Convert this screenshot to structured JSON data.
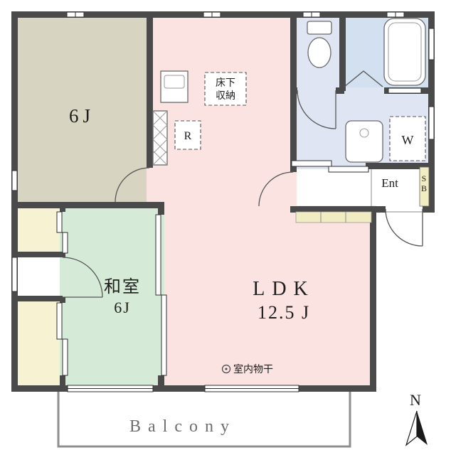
{
  "labels": {
    "western_room_size": "6J",
    "ldk_name": "LDK",
    "ldk_size": "12.5 J",
    "japanese_room_name": "和室",
    "japanese_room_size": "6J",
    "underfloor_storage_line1": "床下",
    "underfloor_storage_line2": "収納",
    "refrigerator": "R",
    "washing_machine": "W",
    "entrance": "Ent",
    "shoe_box_line1": "S",
    "shoe_box_line2": "B",
    "balcony": "Balcony",
    "indoor_drying": "室内物干",
    "compass_north": "N"
  },
  "colors": {
    "wall": "#4a4a4a",
    "western_room_floor": "#d8d4c2",
    "ldk_floor": "#fae3e1",
    "japanese_room_floor": "#d6ebd7",
    "closet_floor": "#f6f2d2",
    "wet_area_floor": "#dfe5f3",
    "bath_floor": "#d3e0f0",
    "shoe_box": "#f1ecc2",
    "balcony_line": "#8f8f8f"
  },
  "icons": {
    "toilet": "toilet-icon",
    "bathtub": "bathtub-icon",
    "vanity_sink": "vanity-sink-icon",
    "kitchen_sink": "kitchen-sink-icon",
    "folding_bath_door": "folding-bath-door-icon",
    "indoor_drying_hook": "drying-hook-icon",
    "north_arrow": "north-arrow-icon"
  }
}
